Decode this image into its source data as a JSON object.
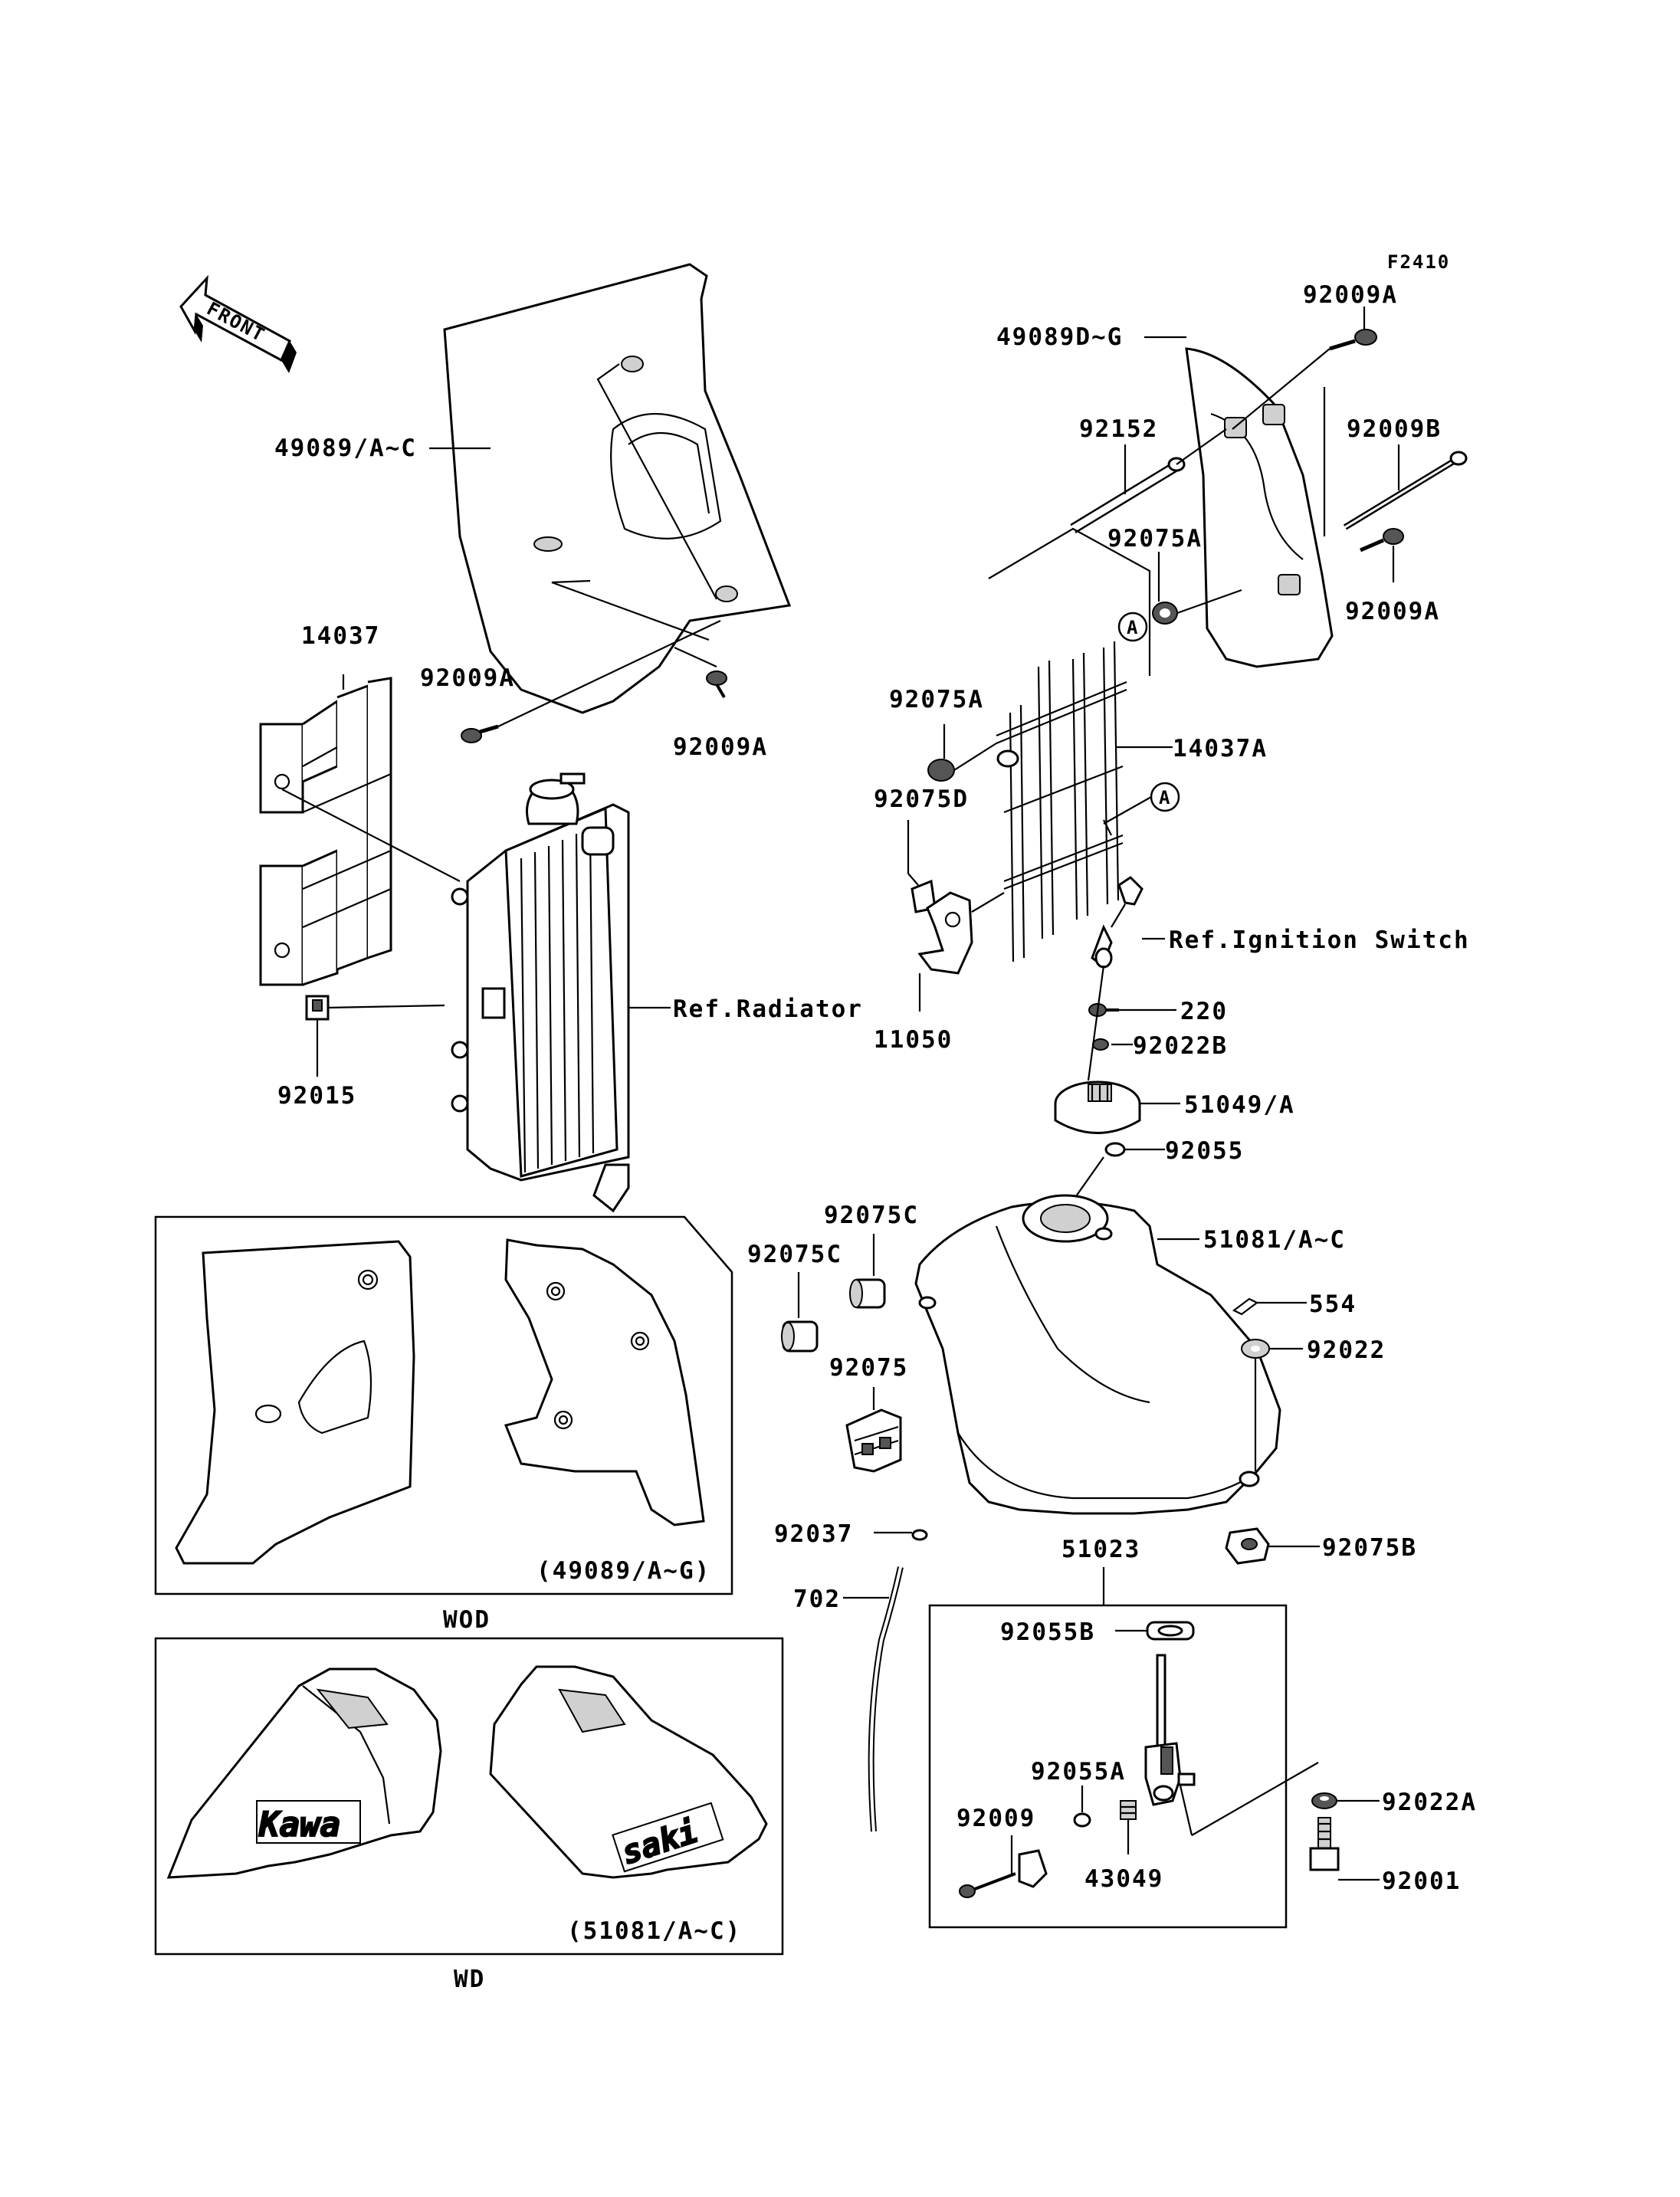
{
  "figure_code": "F2410",
  "front_arrow": "FRONT",
  "labels": {
    "l49089_ac": "49089/A~C",
    "l14037": "14037",
    "l92009a_1": "92009A",
    "l92009a_2": "92009A",
    "l92015": "92015",
    "ref_radiator": "Ref.Radiator",
    "l92009a_top": "92009A",
    "l49089_dg": "49089D~G",
    "l92152": "92152",
    "l92009b": "92009B",
    "l92075a_1": "92075A",
    "l92009a_right": "92009A",
    "l92075a_2": "92075A",
    "l14037a": "14037A",
    "l92075d": "92075D",
    "ref_ignition": "Ref.Ignition Switch",
    "l11050": "11050",
    "l220": "220",
    "l92022b": "92022B",
    "l51049": "51049/A",
    "l92055": "92055",
    "l92075c_1": "92075C",
    "l92075c_2": "92075C",
    "l51081": "51081/A~C",
    "l554": "554",
    "l92022": "92022",
    "l92075": "92075",
    "l92037": "92037",
    "l51023": "51023",
    "l92075b": "92075B",
    "l702": "702",
    "l92055b": "92055B",
    "l92055a": "92055A",
    "l92009": "92009",
    "l43049": "43049",
    "l92022a": "92022A",
    "l92001": "92001",
    "callout_a_1": "A",
    "callout_a_2": "A"
  },
  "inset_wod": {
    "caption": "(49089/A~G)",
    "title": "WOD"
  },
  "inset_wd": {
    "caption": "(51081/A~C)",
    "title": "WD",
    "decal_left": "Kawa",
    "decal_right": "saki"
  }
}
